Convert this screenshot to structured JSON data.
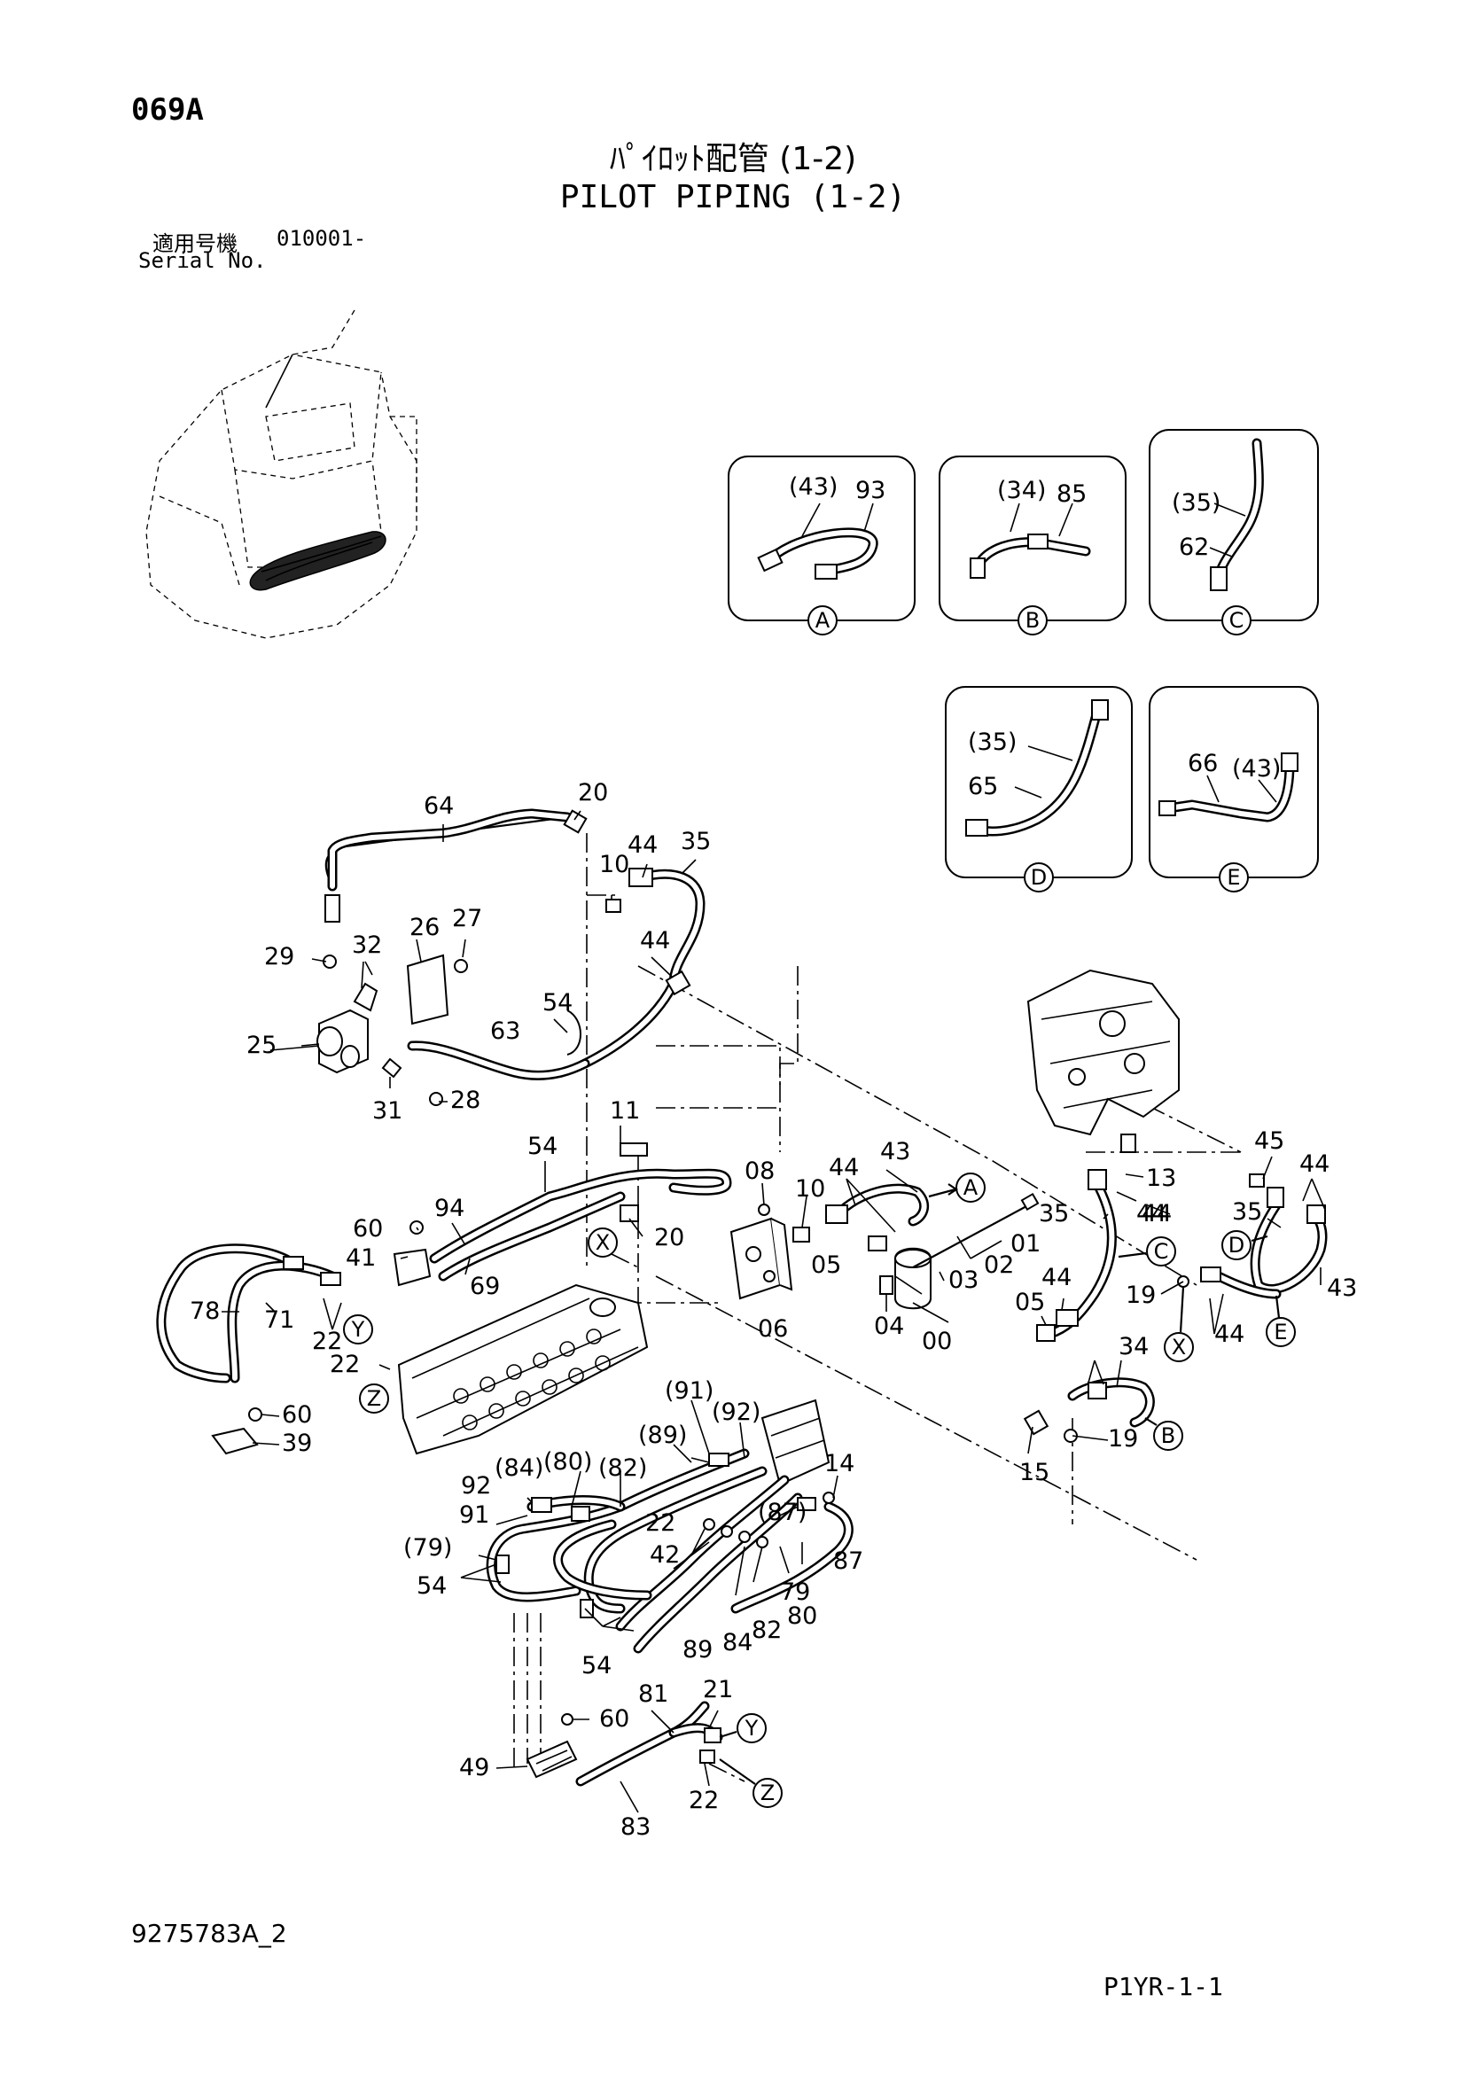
{
  "header": {
    "page_code": "069A",
    "title_jp": "ﾊﾟｲﾛｯﾄ配管 (1-2)",
    "title_en": "PILOT PIPING (1-2)",
    "serial_label_jp": "適用号機",
    "serial_value": "010001-",
    "serial_label_en": "Serial No."
  },
  "footer": {
    "doc_number": "9275783A_2",
    "page_ref": "P1YR-1-1"
  },
  "detail_views": [
    {
      "circle": "A",
      "labels": [
        "(43)",
        "93"
      ]
    },
    {
      "circle": "B",
      "labels": [
        "(34)",
        "85"
      ]
    },
    {
      "circle": "C",
      "labels": [
        "(35)",
        "62"
      ]
    },
    {
      "circle": "D",
      "labels": [
        "(35)",
        "65"
      ]
    },
    {
      "circle": "E",
      "labels": [
        "66",
        "(43)"
      ]
    }
  ],
  "part_labels": {
    "upper": [
      "64",
      "20",
      "44",
      "35",
      "10",
      "29",
      "32",
      "26",
      "27",
      "44",
      "25",
      "54",
      "63",
      "31",
      "28"
    ],
    "middle": [
      "11",
      "54",
      "94",
      "60",
      "41",
      "69",
      "20",
      "78",
      "71",
      "22",
      "22",
      "08",
      "10",
      "44",
      "43",
      "05",
      "06",
      "01",
      "02",
      "03",
      "04",
      "00",
      "05",
      "44",
      "35",
      "44"
    ],
    "right": [
      "45",
      "44",
      "13",
      "35",
      "44",
      "19",
      "43",
      "44",
      "34",
      "19",
      "15"
    ],
    "lower": [
      "60",
      "39",
      "(91)",
      "(92)",
      "(89)",
      "92",
      "(84)",
      "(80)",
      "(82)",
      "14",
      "91",
      "(87)",
      "(79)",
      "22",
      "42",
      "87",
      "54",
      "79",
      "80",
      "82",
      "84",
      "89",
      "54",
      "60",
      "81",
      "21",
      "49",
      "22",
      "83"
    ]
  },
  "callouts": [
    "A",
    "B",
    "C",
    "D",
    "E",
    "X",
    "X",
    "Y",
    "Y",
    "Z",
    "Z"
  ]
}
